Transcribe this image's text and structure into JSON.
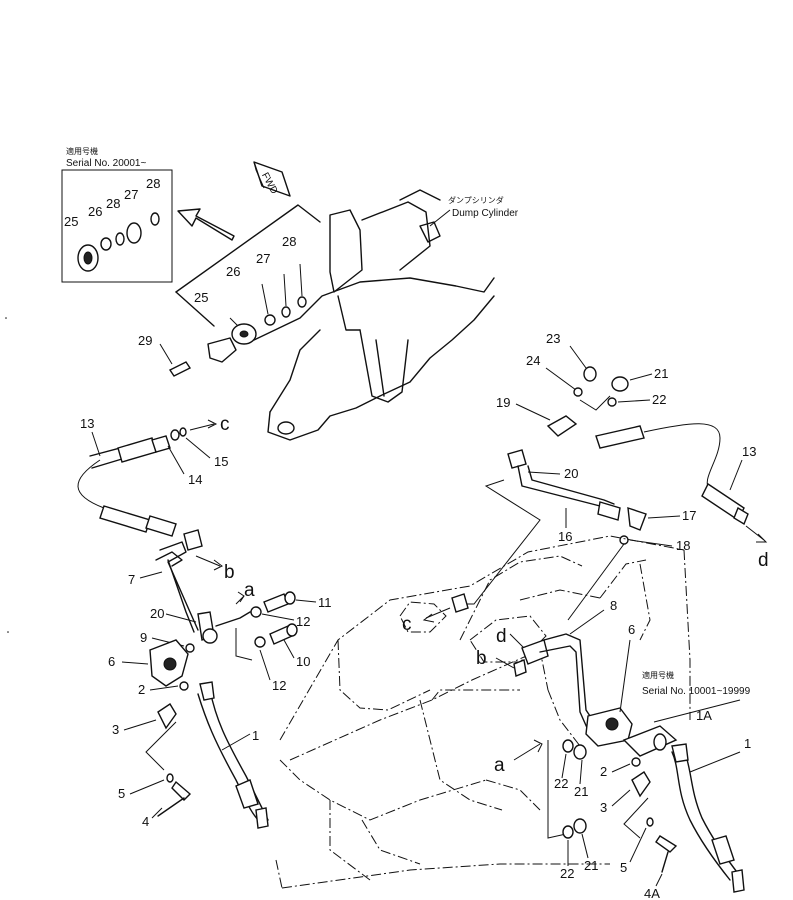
{
  "notes": {
    "top_applicable_jp": "適用号機",
    "top_serial": "Serial No. 20001~",
    "right_applicable_jp": "適用号機",
    "right_serial": "Serial No. 10001~19999",
    "dump_cylinder_jp": "ダンプシリンダ",
    "dump_cylinder_en": "Dump Cylinder",
    "fwd_mark": "FWD"
  },
  "callouts": {
    "inset": [
      "25",
      "26",
      "28",
      "27",
      "28"
    ],
    "upper": [
      "29",
      "25",
      "26",
      "27",
      "28"
    ],
    "left": [
      "13",
      "14",
      "15",
      "7",
      "20",
      "9",
      "6",
      "2",
      "3",
      "5",
      "4",
      "11",
      "12",
      "10",
      "12",
      "1"
    ],
    "right_top": [
      "23",
      "24",
      "21",
      "19",
      "22",
      "20",
      "16",
      "17",
      "18",
      "13"
    ],
    "center": [
      "8",
      "6",
      "1A",
      "22",
      "21",
      "22",
      "21",
      "2",
      "3",
      "5",
      "4A",
      "1"
    ]
  },
  "connectors": {
    "c_left": "c",
    "b_left": "b",
    "a_left": "a",
    "c_center": "c",
    "d_center": "d",
    "b_center": "b",
    "a_center": "a",
    "d_right": "d"
  }
}
